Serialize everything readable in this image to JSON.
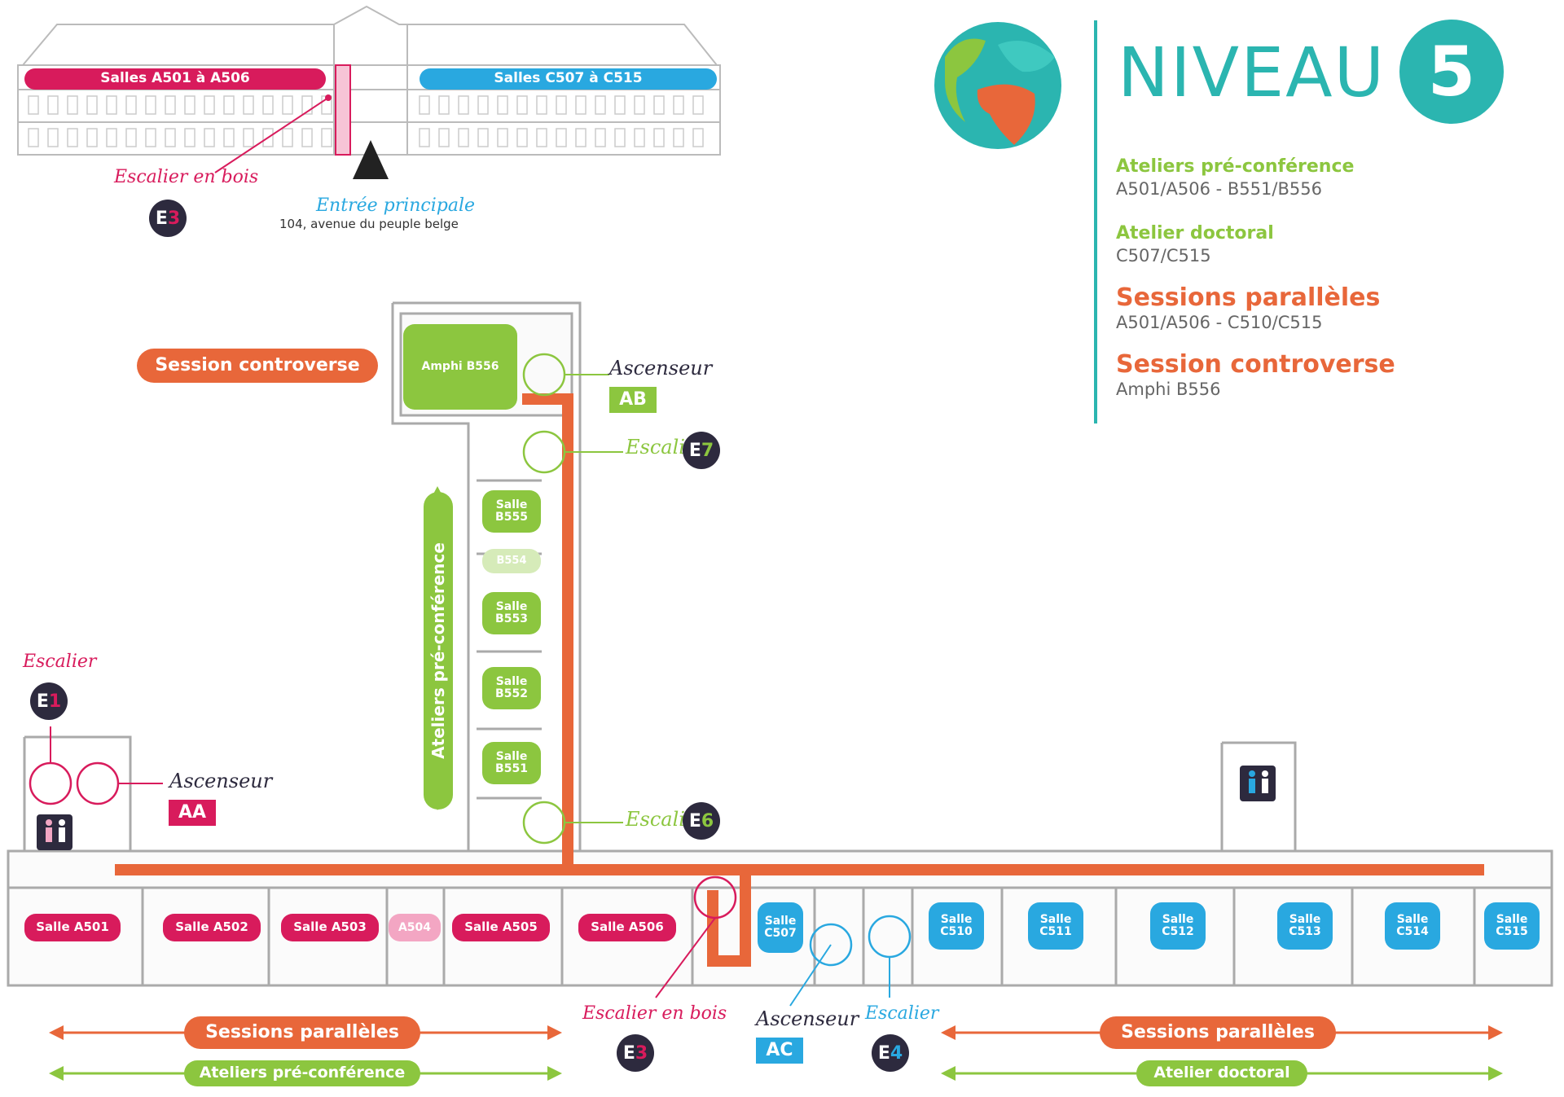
{
  "header": {
    "level_word": "NIVEAU",
    "level_number": "5",
    "facade_left_label": "Salles A501 à A506",
    "facade_right_label": "Salles C507 à C515",
    "main_entrance_label": "Entrée principale",
    "main_entrance_address": "104, avenue du peuple belge",
    "wooden_stair_top_label": "Escalier en bois"
  },
  "legend": [
    {
      "title": "Ateliers pré-conférence",
      "detail": "A501/A506 - B551/B556",
      "color": "#8cc63f"
    },
    {
      "title": "Atelier doctoral",
      "detail": "C507/C515",
      "color": "#8cc63f"
    },
    {
      "title": "Sessions parallèles",
      "detail": "A501/A506 - C510/C515",
      "color": "#e8673a"
    },
    {
      "title": "Session controverse",
      "detail": "Amphi B556",
      "color": "#e8673a"
    }
  ],
  "badges": {
    "e1": {
      "letter": "E",
      "digit": "1"
    },
    "e3_top": {
      "letter": "E",
      "digit": "3"
    },
    "e3_bottom": {
      "letter": "E",
      "digit": "3"
    },
    "e4": {
      "letter": "E",
      "digit": "4"
    },
    "e6": {
      "letter": "E",
      "digit": "6"
    },
    "e7": {
      "letter": "E",
      "digit": "7"
    }
  },
  "labels": {
    "session_controverse": "Session controverse",
    "escalier": "Escalier",
    "escalier_en_bois": "Escalier en bois",
    "ascenseur": "Ascenseur",
    "elevator_aa": "AA",
    "elevator_ab": "AB",
    "elevator_ac": "AC",
    "ateliers_vertical": "Ateliers pré-conférence",
    "sessions_paralleles": "Sessions parallèles",
    "ateliers_pre_conference": "Ateliers pré-conférence",
    "atelier_doctoral": "Atelier doctoral"
  },
  "rooms": {
    "amphi_b556": "Amphi B556",
    "b555": "Salle B555",
    "b554": "B554",
    "b553": "Salle B553",
    "b552": "Salle B552",
    "b551": "Salle B551",
    "a501": "Salle A501",
    "a502": "Salle A502",
    "a503": "Salle A503",
    "a504": "A504",
    "a505": "Salle A505",
    "a506": "Salle A506",
    "c507": "Salle C507",
    "c510": "Salle C510",
    "c511": "Salle C511",
    "c512": "Salle C512",
    "c513": "Salle C513",
    "c514": "Salle C514",
    "c515": "Salle C515"
  },
  "colors": {
    "green": "#8cc63f",
    "pink": "#d81b5c",
    "blue": "#29a8e0",
    "orange": "#e8673a",
    "teal": "#2bb5b0",
    "dark": "#2d2a3e"
  }
}
